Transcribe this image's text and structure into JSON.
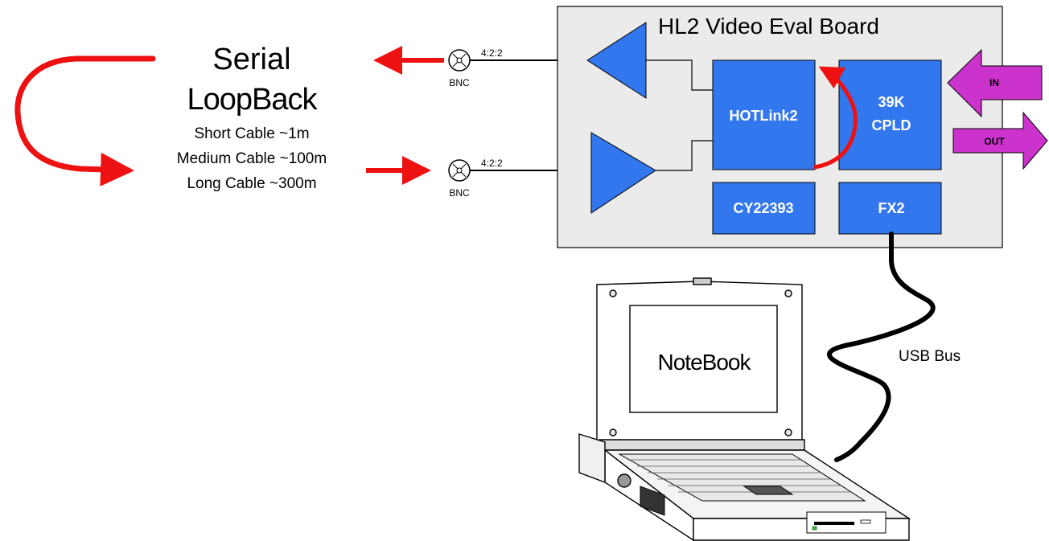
{
  "loopback": {
    "title1": "Serial",
    "title2": "LoopBack",
    "cable_short": "Short Cable ~1m",
    "cable_medium": "Medium Cable ~100m",
    "cable_long": "Long Cable ~300m"
  },
  "connectors": {
    "top_format": "4:2:2",
    "top_type": "BNC",
    "bottom_format": "4:2:2",
    "bottom_type": "BNC"
  },
  "board": {
    "title": "HL2 Video Eval Board",
    "chip_hotlink": "HOTLink2",
    "chip_cpld_line1": "39K",
    "chip_cpld_line2": "CPLD",
    "chip_clock": "CY22393",
    "chip_usb": "FX2",
    "io_in": "IN",
    "io_out": "OUT"
  },
  "notebook": {
    "label": "NoteBook"
  },
  "bus": {
    "label": "USB Bus"
  },
  "colors": {
    "board_fill": "#ebebeb",
    "chip_fill": "#3377ee",
    "arrow_red": "#ee1111",
    "io_purple": "#cc33cc",
    "cable_black": "#000000"
  }
}
